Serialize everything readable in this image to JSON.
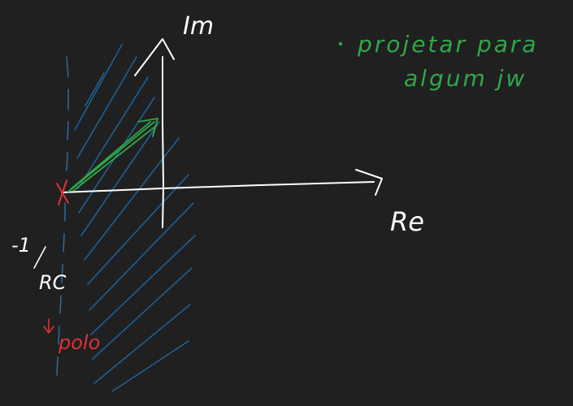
{
  "axes": {
    "y_label": "Im",
    "x_label": "Re"
  },
  "pole_marker": {
    "position_label_top": "-1",
    "position_label_bottom": "RC",
    "caption": "polo",
    "color": "#e0303a"
  },
  "note": {
    "line1": "projetar para",
    "line2": "algum jw",
    "color": "#2fa84a"
  },
  "colors": {
    "background": "#202020",
    "ink_white": "#ffffff",
    "hatch_blue": "#1f5f94",
    "dashed_line": "#2e6fa6",
    "arrow_green": "#2fa84a"
  }
}
